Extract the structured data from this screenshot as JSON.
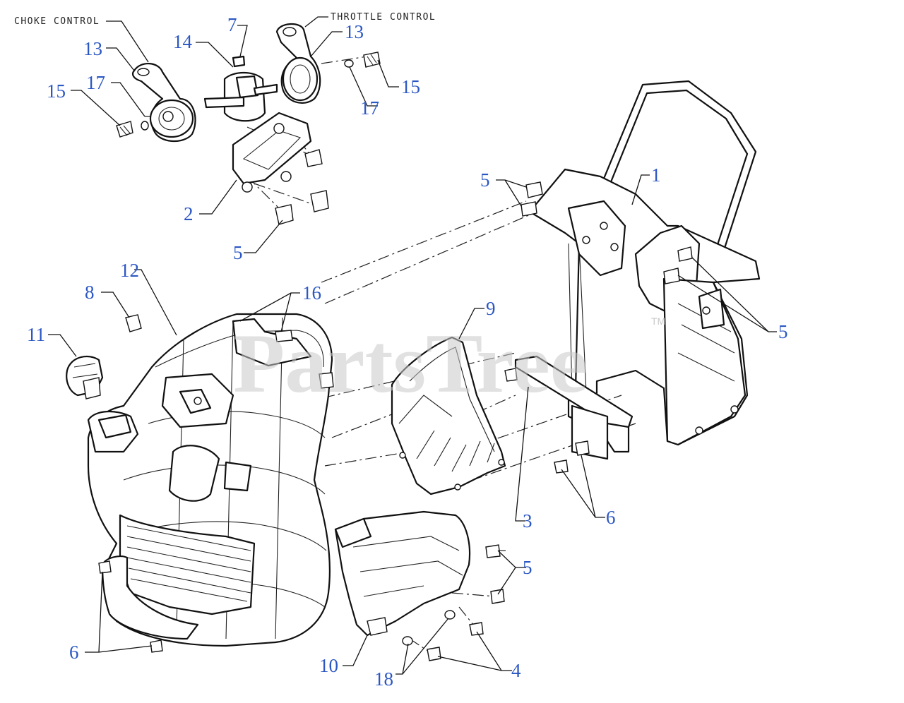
{
  "watermark": {
    "text": "PartsTree",
    "trademark": "TM"
  },
  "captions": {
    "choke": "CHOKE CONTROL",
    "throttle": "THROTTLE CONTROL"
  },
  "colors": {
    "callout": "#2b57c4",
    "line": "#111111",
    "watermark": "#c9c9c9"
  },
  "callouts": [
    {
      "id": "c13a",
      "label": "13"
    },
    {
      "id": "c15a",
      "label": "15"
    },
    {
      "id": "c17a",
      "label": "17"
    },
    {
      "id": "c14",
      "label": "14"
    },
    {
      "id": "c7",
      "label": "7"
    },
    {
      "id": "c13b",
      "label": "13"
    },
    {
      "id": "c17b",
      "label": "17"
    },
    {
      "id": "c15b",
      "label": "15"
    },
    {
      "id": "c2",
      "label": "2"
    },
    {
      "id": "c5a",
      "label": "5"
    },
    {
      "id": "c5b",
      "label": "5"
    },
    {
      "id": "c1",
      "label": "1"
    },
    {
      "id": "c5c",
      "label": "5"
    },
    {
      "id": "c12",
      "label": "12"
    },
    {
      "id": "c8",
      "label": "8"
    },
    {
      "id": "c16",
      "label": "16"
    },
    {
      "id": "c9",
      "label": "9"
    },
    {
      "id": "c11",
      "label": "11"
    },
    {
      "id": "c3",
      "label": "3"
    },
    {
      "id": "c6a",
      "label": "6"
    },
    {
      "id": "c5d",
      "label": "5"
    },
    {
      "id": "c6b",
      "label": "6"
    },
    {
      "id": "c10",
      "label": "10"
    },
    {
      "id": "c18",
      "label": "18"
    },
    {
      "id": "c4",
      "label": "4"
    }
  ]
}
